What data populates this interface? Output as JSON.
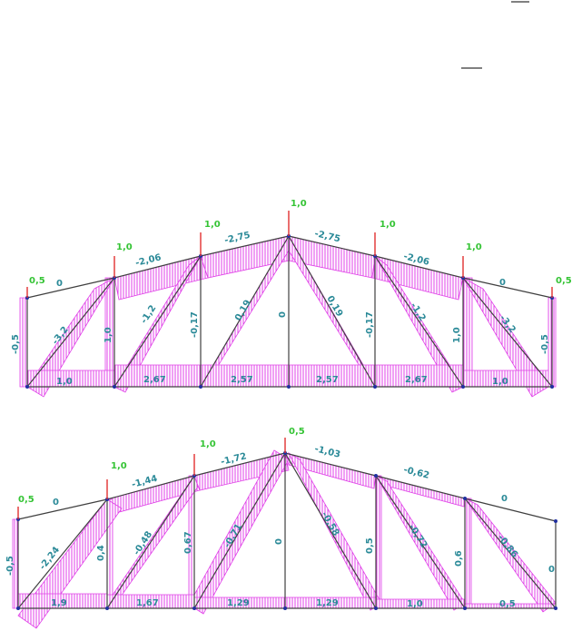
{
  "diagram_1": {
    "loads": [
      "0,5",
      "1,0",
      "1,0",
      "1,0",
      "1,0",
      "1,0",
      "0,5"
    ],
    "members": {
      "top_left_1": "0",
      "top_left_2": "-2,06",
      "top_left_3": "-2,75",
      "top_right_3": "-2,75",
      "top_right_2": "-2,06",
      "top_right_1": "0",
      "end_post_left": "-0,5",
      "end_post_right": "-0,5",
      "post_2": "1,0",
      "post_3": "-0,17",
      "post_centre": "0",
      "post_5": "-0,17",
      "post_6": "1,0",
      "diag_1": "-3,2",
      "diag_2": "-1,2",
      "diag_3": "0,19",
      "diag_4": "0,19",
      "diag_5": "-1,2",
      "diag_6": "-3,2",
      "bottom_1": "1,0",
      "bottom_2": "2,67",
      "bottom_3": "2,57",
      "bottom_4": "2,57",
      "bottom_5": "2,67",
      "bottom_6": "1,0"
    }
  },
  "diagram_2": {
    "loads": [
      "0,5",
      "1,0",
      "1,0",
      "0,5"
    ],
    "members": {
      "top_1": "0",
      "top_2": "-1,44",
      "top_3": "-1,72",
      "top_4": "-1,03",
      "top_5": "-0,62",
      "top_6": "0",
      "end_post_left": "-0,5",
      "end_post_right": "0",
      "post_2": "0,4",
      "post_3": "0,67",
      "post_centre": "0",
      "post_5": "0,5",
      "post_6": "0,6",
      "diag_1": "-2,24",
      "diag_2": "-0,48",
      "diag_3": "-0,71",
      "diag_4": "-0,58",
      "diag_5": "-0,72",
      "diag_6": "-0,86",
      "bottom_1": "1,9",
      "bottom_2": "1,67",
      "bottom_3": "1,29",
      "bottom_4": "1,29",
      "bottom_5": "1,0",
      "bottom_6": "0,5"
    }
  },
  "colors": {
    "member": "#404040",
    "hatch": "#e040e8",
    "load_arrow": "#e23030",
    "load_label": "#35c435",
    "force_label": "#2b8a98",
    "node": "#2030a0"
  }
}
